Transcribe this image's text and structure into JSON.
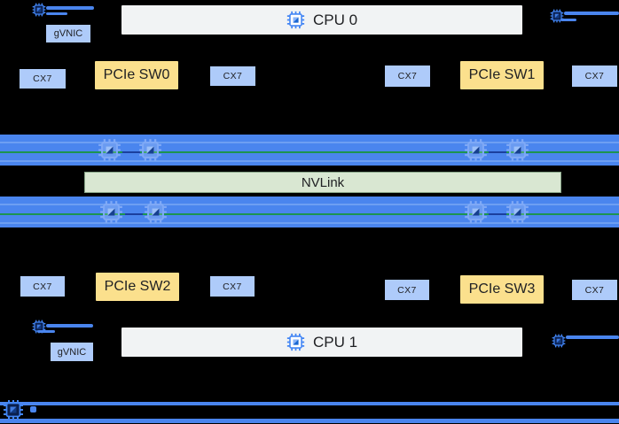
{
  "colors": {
    "background": "#000000",
    "gpu_bar": "#4a85ee",
    "gpu_bar_stripe": "#6d9ff2",
    "nvlink_green_line": "#1d9450",
    "navy_segment": "#1b3f9e",
    "nic_box": "#aecbfa",
    "pcie_box": "#fbe08d",
    "nvlink_bar": "#d9e7d2",
    "cpu_bar": "#f1f3f4",
    "text_dark": "#202124",
    "connector_blue": "#4a85ee",
    "chip_blue": "#4285f4"
  },
  "icons": [
    "cpu-chip-icon",
    "gpu-chip-icon",
    "network-port-icon"
  ],
  "top_section": {
    "gvnic_label": "gVNIC",
    "cpu_label": "CPU 0",
    "nic_labels": [
      "CX7",
      "CX7",
      "CX7",
      "CX7"
    ],
    "switch_labels": [
      "PCIe SW0",
      "PCIe SW1"
    ]
  },
  "gpu_section": {
    "nvlink_label": "NVLink",
    "gpu_icons_top_row": 4,
    "gpu_icons_bottom_row": 4
  },
  "bottom_section": {
    "gvnic_label": "gVNIC",
    "cpu_label": "CPU 1",
    "nic_labels": [
      "CX7",
      "CX7",
      "CX7",
      "CX7"
    ],
    "switch_labels": [
      "PCIe SW2",
      "PCIe SW3"
    ]
  }
}
